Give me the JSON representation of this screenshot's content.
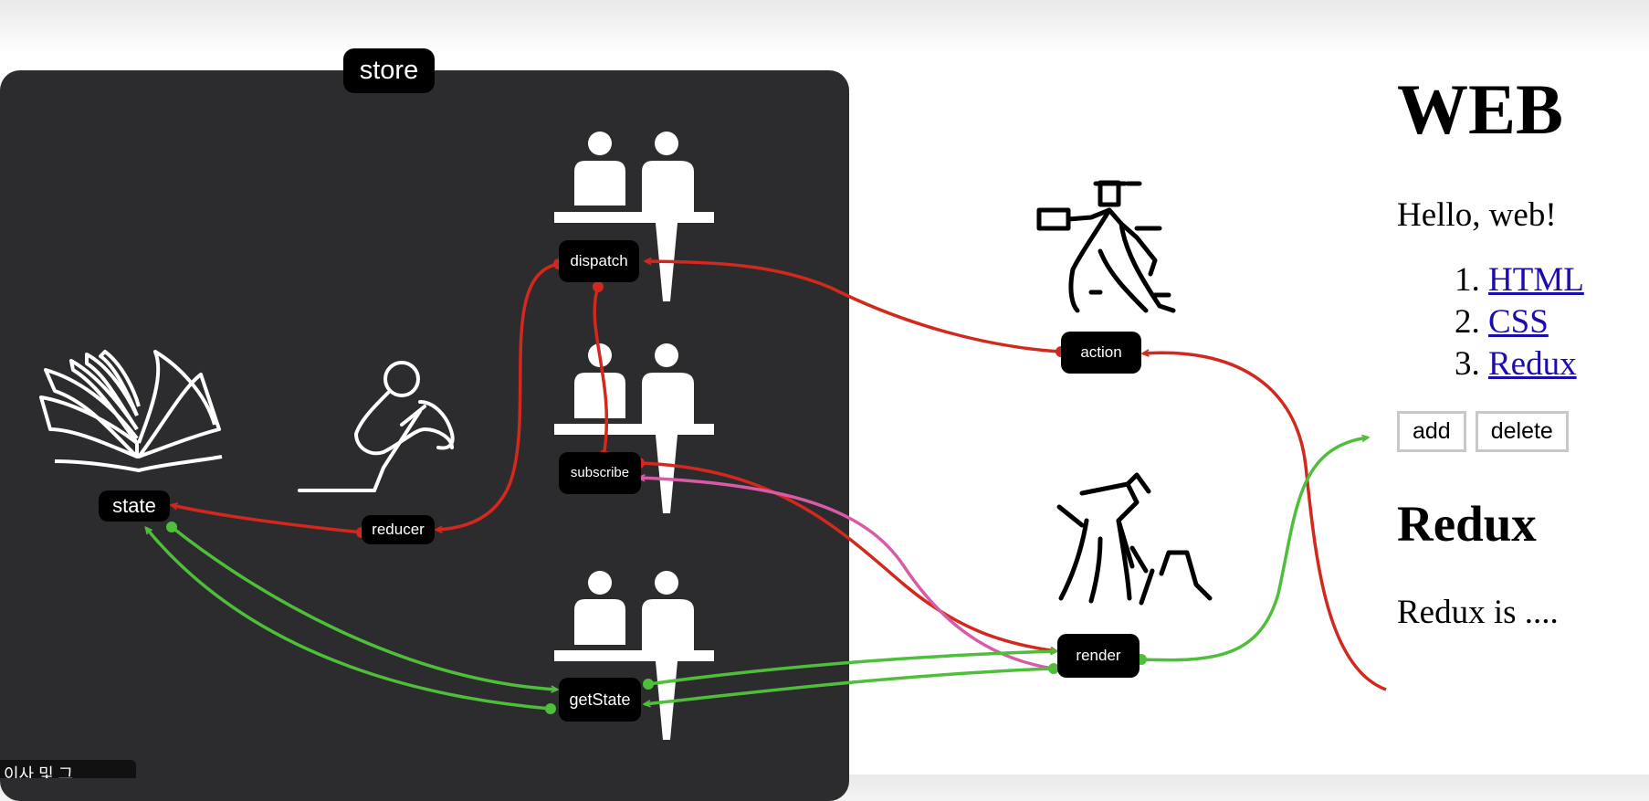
{
  "store": {
    "label": "store"
  },
  "nodes": {
    "state": "state",
    "reducer": "reducer",
    "dispatch": "dispatch",
    "subscribe": "subscribe",
    "getState": "getState",
    "action": "action",
    "render": "render"
  },
  "icons": {
    "book": "open-book-icon",
    "writer": "writing-person-icon",
    "counter_staff": "counter-staff-icon",
    "courier": "delivery-courier-icon",
    "worker": "digging-worker-icon"
  },
  "colors": {
    "store_bg": "#2c2c2e",
    "node_bg": "#000000",
    "arrow_red": "#d2281e",
    "arrow_green": "#4fbe3a",
    "arrow_pink": "#d95ba8",
    "link": "#1a0dab"
  },
  "web": {
    "title": "WEB",
    "hello": "Hello, web!",
    "links": [
      "HTML",
      "CSS",
      "Redux"
    ],
    "buttons": {
      "add": "add",
      "delete": "delete"
    },
    "section_title": "Redux",
    "section_text": "Redux is ...."
  },
  "caption": "이사 및 그"
}
